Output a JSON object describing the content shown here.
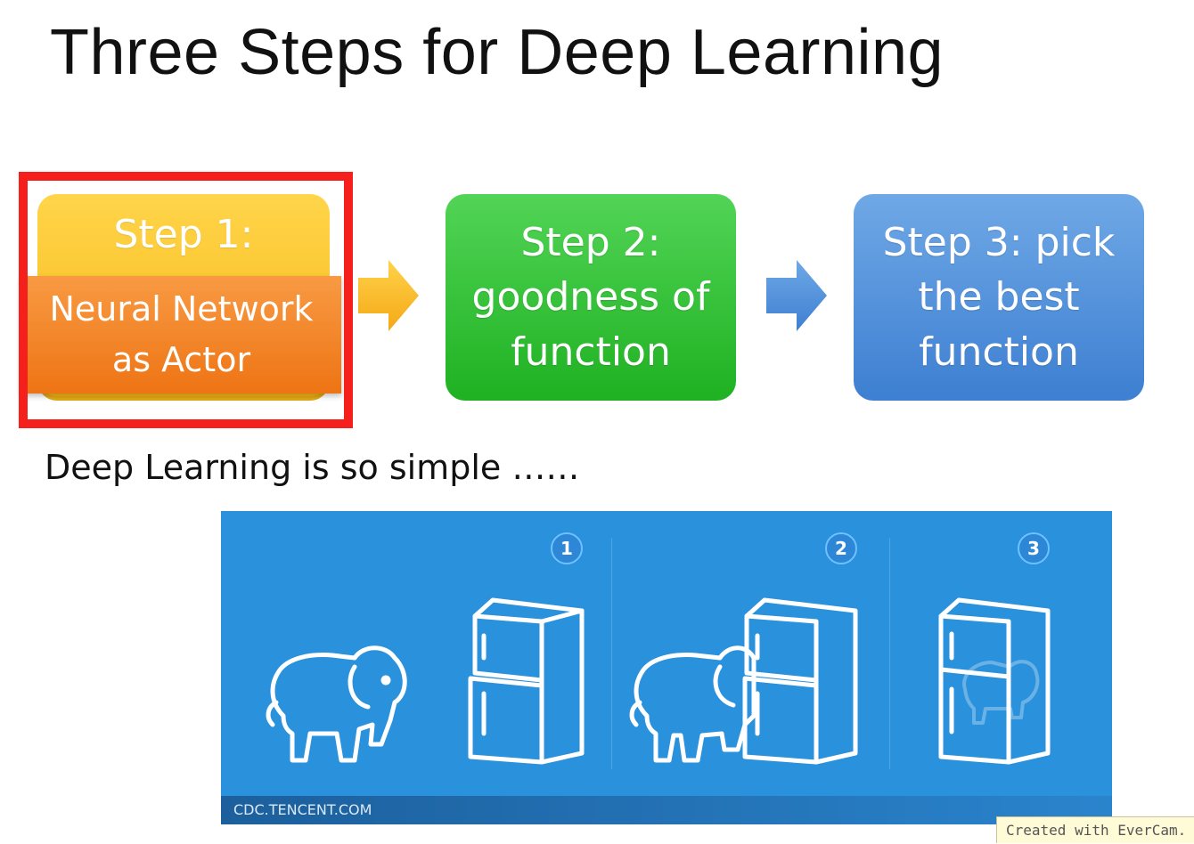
{
  "slide": {
    "title": "Three Steps for Deep Learning",
    "caption": "Deep Learning is so simple ……"
  },
  "steps": {
    "step1_heading": "Step 1:",
    "step1_overlay": "Neural Network\nas Actor",
    "step2": "Step 2:\ngoodness of\nfunction",
    "step3": "Step 3: pick\nthe best\nfunction"
  },
  "illustration": {
    "badges": [
      "1",
      "2",
      "3"
    ],
    "footer": "CDC.TENCENT.COM",
    "icons": [
      "elephant-icon",
      "refrigerator-icon"
    ]
  },
  "watermark": "Created with EverCam.",
  "colors": {
    "step1": "#f7b716",
    "overlay": "#ee7414",
    "step2": "#1fb122",
    "step3": "#3d7fd1",
    "highlight": "#f5201b",
    "panel": "#2a91dc"
  }
}
